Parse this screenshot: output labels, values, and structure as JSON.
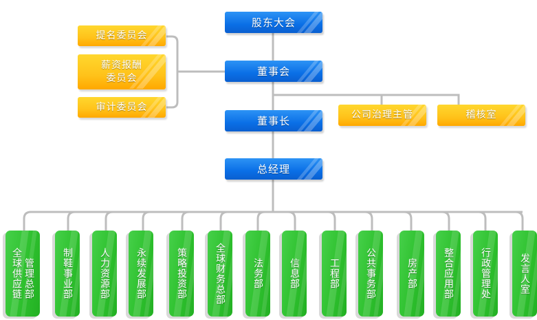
{
  "colors": {
    "board_blue": "#0a6fe6",
    "committee_yellow": "#ffc21a",
    "department_green": "#2ec12e",
    "connector_gray": "#bdbdbd"
  },
  "top_chain": [
    {
      "id": "shareholders",
      "label": "股东大会"
    },
    {
      "id": "board",
      "label": "董事会"
    },
    {
      "id": "chairman",
      "label": "董事长"
    },
    {
      "id": "general-manager",
      "label": "总经理"
    }
  ],
  "committees": [
    {
      "id": "nomination",
      "label": "提名委员会"
    },
    {
      "id": "compensation",
      "label_line1": "薪资报酬",
      "label_line2": "委员会"
    },
    {
      "id": "audit",
      "label": "审计委员会"
    }
  ],
  "board_units": [
    {
      "id": "governance-officer",
      "label": "公司治理主管"
    },
    {
      "id": "audit-office",
      "label": "稽核室"
    }
  ],
  "departments": [
    {
      "id": "global-supply",
      "col1": "全球供应链",
      "col2": "管理总部"
    },
    {
      "id": "footwear",
      "col1": "制鞋事业部"
    },
    {
      "id": "hr",
      "col1": "人力资源部"
    },
    {
      "id": "sustainability",
      "col1": "永续发展部"
    },
    {
      "id": "strategy",
      "col1": "策略投资部"
    },
    {
      "id": "finance",
      "col1": "全球财务总部"
    },
    {
      "id": "legal",
      "col1": "法务部"
    },
    {
      "id": "it",
      "col1": "信息部"
    },
    {
      "id": "engineering",
      "col1": "工程部"
    },
    {
      "id": "public-affairs",
      "col1": "公共事务部"
    },
    {
      "id": "real-estate",
      "col1": "房产部"
    },
    {
      "id": "integration",
      "col1": "整合应用部"
    },
    {
      "id": "admin",
      "col1": "行政管理处"
    },
    {
      "id": "spokesperson",
      "col1": "发言人室"
    }
  ]
}
